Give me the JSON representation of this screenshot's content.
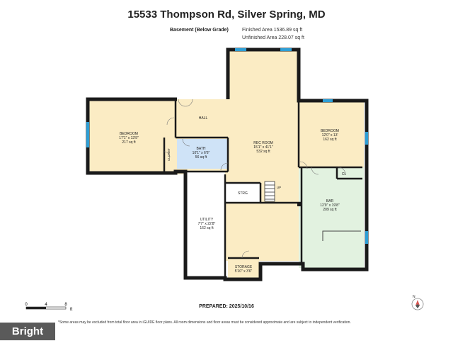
{
  "title": "15533 Thompson Rd, Silver Spring, MD",
  "floor": {
    "name": "Basement (Below Grade)",
    "finished_area": "Finished Area 1536.89 sq ft",
    "unfinished_area": "Unfinished Area 228.07 sq ft"
  },
  "rooms": {
    "bedroom_left": {
      "name": "BEDROOM",
      "dims": "17'1\" x 13'9\"",
      "area": "217 sq ft"
    },
    "bath": {
      "name": "BATH",
      "dims": "10'1\" x 6'6\"",
      "area": "56 sq ft"
    },
    "rec_room": {
      "name": "REC ROOM",
      "dims": "15'1\" x 41'1\"",
      "area": "532 sq ft"
    },
    "bedroom_right": {
      "name": "BEDROOM",
      "dims": "12'0\" x 13'",
      "area": "162 sq ft"
    },
    "bar": {
      "name": "BAR",
      "dims": "12'9\" x 19'8\"",
      "area": "209 sq ft"
    },
    "utility": {
      "name": "UTILITY",
      "dims": "7'7\" x 22'8\"",
      "area": "162 sq ft"
    },
    "storage": {
      "name": "STORAGE",
      "dims": "5'10\" x 3'6\""
    }
  },
  "labels": {
    "hall": "HALL",
    "closet": "CLOSET",
    "cl": "CL",
    "strg": "STRG",
    "up": "UP"
  },
  "scale": {
    "ticks": [
      "0",
      "4",
      "8"
    ],
    "unit": "ft"
  },
  "prepared": "PREPARED: 2025/10/16",
  "disclaimer": "*Some areas may be excluded from total floor area in iGUIDE floor plans. All room dimensions and floor areas must be considered approximate and are subject to independent verification.",
  "badge": "Bright MLS",
  "colors": {
    "wall": "#1a1a1a",
    "bedroom": "#fbecc4",
    "bath": "#cfe3f7",
    "bar": "#e2f2e0",
    "utility": "#ffffff",
    "window": "#2e9fd6"
  }
}
